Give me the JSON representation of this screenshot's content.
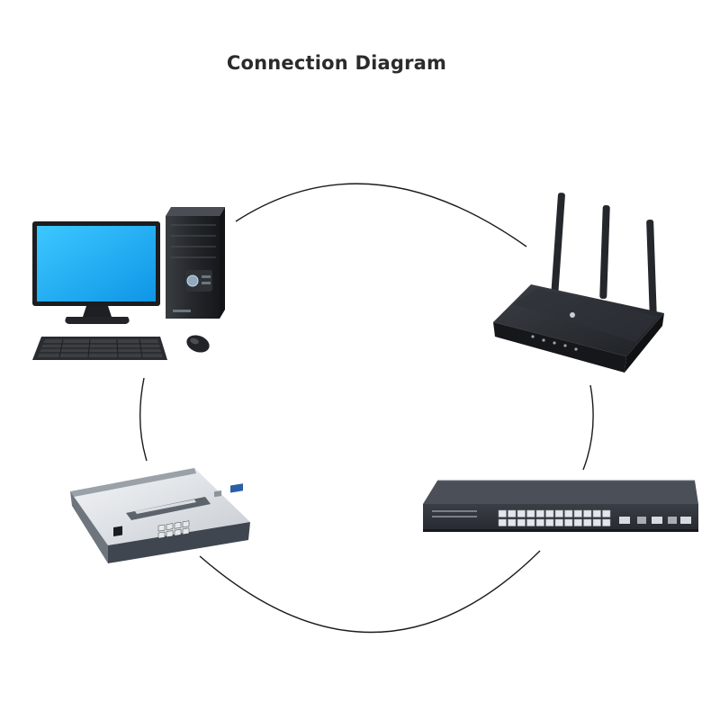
{
  "title": "Connection Diagram",
  "devices": [
    {
      "name": "desktop-computer",
      "icon": "computer-icon"
    },
    {
      "name": "wireless-router",
      "icon": "router-icon"
    },
    {
      "name": "network-switch",
      "icon": "switch-icon"
    },
    {
      "name": "small-business-router",
      "icon": "router-icon"
    }
  ],
  "colors": {
    "connector": "#1a1a1a",
    "screen": "#19b4ff",
    "device_dark": "#262a2f"
  }
}
